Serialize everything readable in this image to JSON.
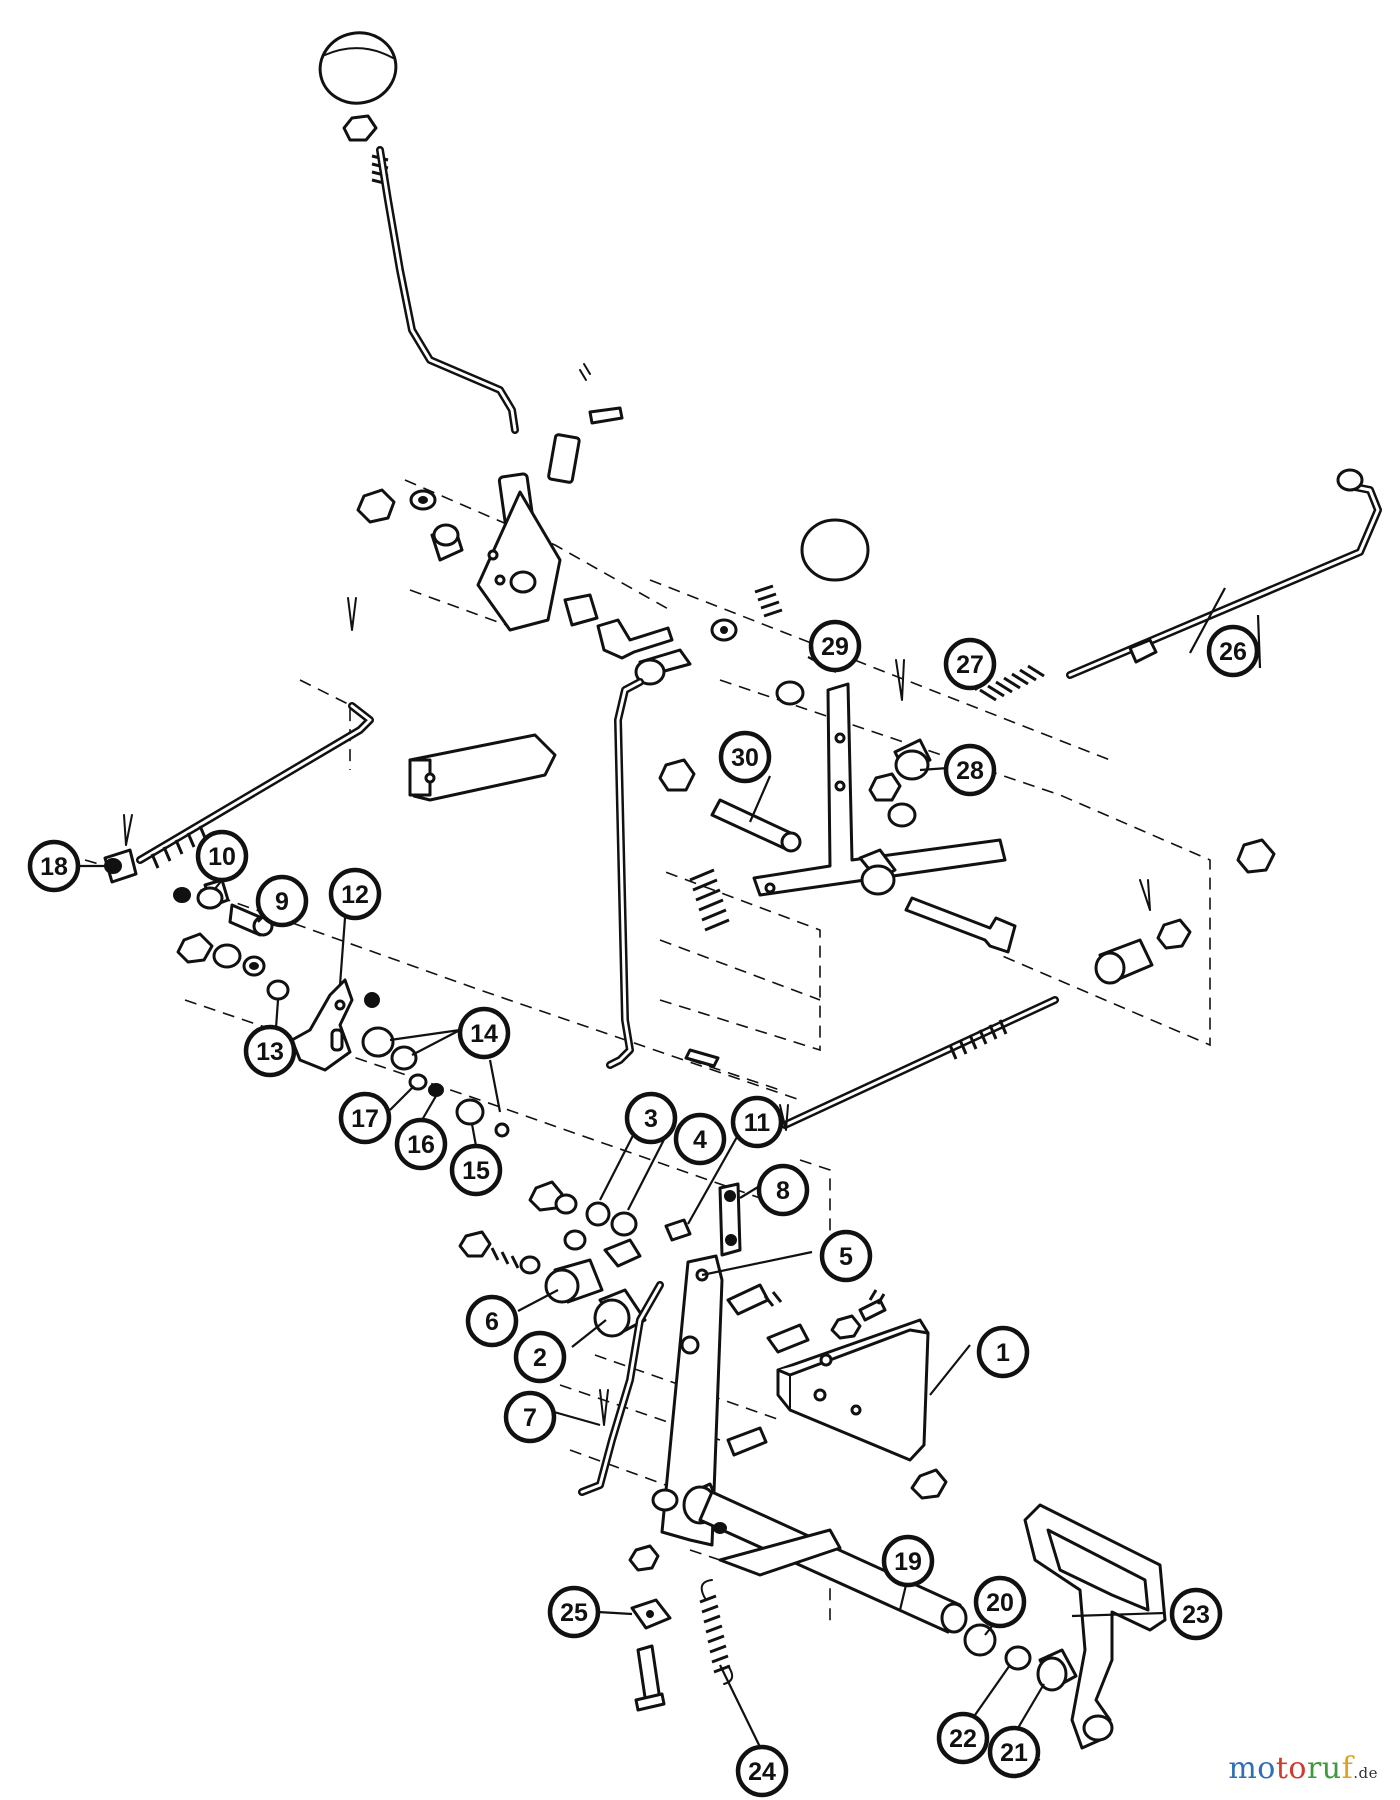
{
  "callouts": [
    {
      "id": "callout-1",
      "label": "1"
    },
    {
      "id": "callout-2",
      "label": "2"
    },
    {
      "id": "callout-3",
      "label": "3"
    },
    {
      "id": "callout-4",
      "label": "4"
    },
    {
      "id": "callout-5",
      "label": "5"
    },
    {
      "id": "callout-6",
      "label": "6"
    },
    {
      "id": "callout-7",
      "label": "7"
    },
    {
      "id": "callout-8",
      "label": "8"
    },
    {
      "id": "callout-9",
      "label": "9"
    },
    {
      "id": "callout-10",
      "label": "10"
    },
    {
      "id": "callout-11",
      "label": "11"
    },
    {
      "id": "callout-12",
      "label": "12"
    },
    {
      "id": "callout-13",
      "label": "13"
    },
    {
      "id": "callout-14",
      "label": "14"
    },
    {
      "id": "callout-15",
      "label": "15"
    },
    {
      "id": "callout-16",
      "label": "16"
    },
    {
      "id": "callout-17",
      "label": "17"
    },
    {
      "id": "callout-18",
      "label": "18"
    },
    {
      "id": "callout-19",
      "label": "19"
    },
    {
      "id": "callout-20",
      "label": "20"
    },
    {
      "id": "callout-21",
      "label": "21"
    },
    {
      "id": "callout-22",
      "label": "22"
    },
    {
      "id": "callout-23",
      "label": "23"
    },
    {
      "id": "callout-24",
      "label": "24"
    },
    {
      "id": "callout-25",
      "label": "25"
    },
    {
      "id": "callout-26",
      "label": "26"
    },
    {
      "id": "callout-27",
      "label": "27"
    },
    {
      "id": "callout-28",
      "label": "28"
    },
    {
      "id": "callout-29",
      "label": "29"
    },
    {
      "id": "callout-30",
      "label": "30"
    }
  ],
  "watermark": {
    "part1": "mo",
    "part2": "to",
    "part3": "ru",
    "part4": "f",
    "tld": ".de"
  }
}
